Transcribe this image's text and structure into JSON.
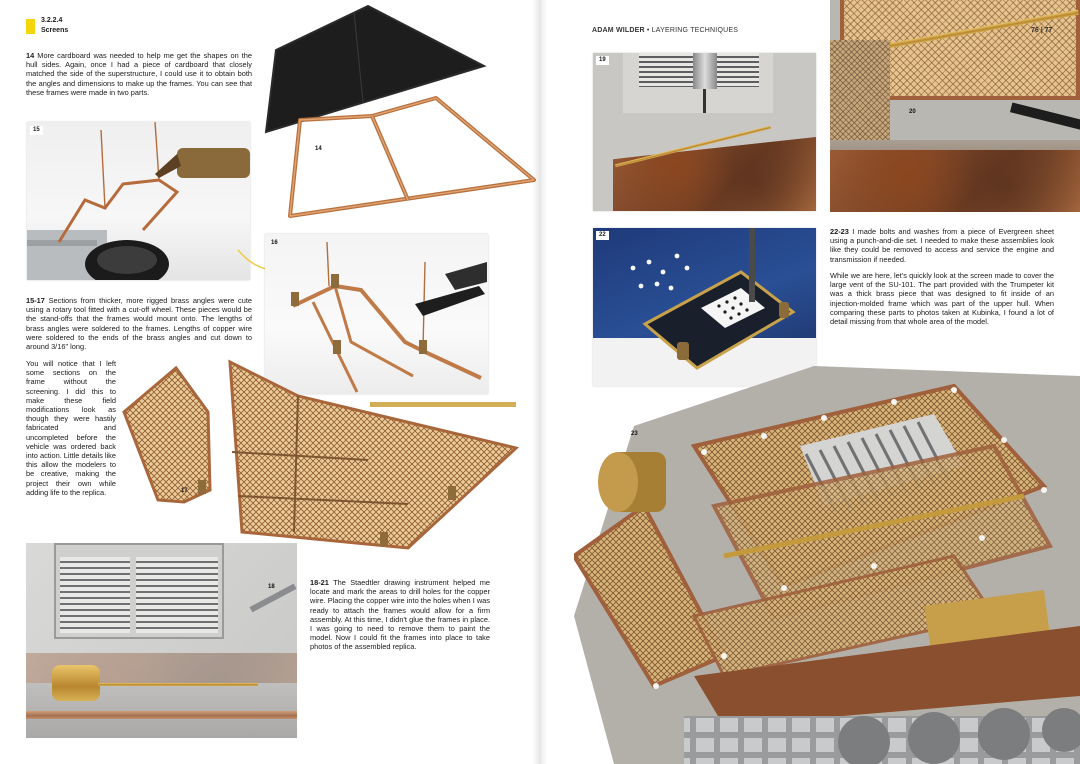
{
  "left_page": {
    "section_number": "3.2.2.4",
    "section_title": "Screens",
    "paragraphs": {
      "p14": {
        "num": "14",
        "text": " More cardboard was needed to help me get the shapes on the hull sides. Again, once I had a piece of cardboard that closely matched the side of the superstructure, I could use it to obtain both the angles and dimensions to make up the frames. You can see that these frames were made in two parts."
      },
      "p15": {
        "num": "15-17",
        "text": " Sections from thicker, more rigged brass angles were cute using a rotary tool fitted with a cut-off wheel. These pieces would be the stand-offs that the frames would mount onto. The lengths of brass angles were soldered to the frames. Lengths of copper wire were soldered to the ends of the brass angles and cut down to around 3/16\" long."
      },
      "p_note": {
        "text": "You will notice that I left some sections on the frame without the screening. I did this to make these field modifications look as though they were hastily fabricated and uncompleted before the vehicle was ordered back into action. Little details like this allow the modelers to be creative, making the project their own while adding life to the replica."
      },
      "p18": {
        "num": "18-21",
        "text": " The Staedtler drawing instrument helped me locate and mark the areas to drill holes for the copper wire. Placing the copper wire into the holes when I was ready to attach the frames would allow for a firm assembly. At this time, I didn't glue the frames in place. I was going to need to remove them to paint the model. Now I could fit the frames into place to take photos of the assembled replica."
      }
    },
    "photos": {
      "p14": "14",
      "p15": "15",
      "p16": "16",
      "p17": "17",
      "p18": "18"
    }
  },
  "right_page": {
    "running_head_author": "ADAM WILDER",
    "running_head_separator": " • ",
    "running_head_title": "LAYERING TECHNIQUES",
    "folio": "76 | 77",
    "paragraphs": {
      "p22": {
        "num": "22-23",
        "text": " I made bolts and washes from a piece of Evergreen sheet using a punch-and-die set. I needed to make these assemblies look like they could be removed to access and service the engine and transmission if needed."
      },
      "p_vent": {
        "text": "While we are here, let's quickly look at the screen made to cover the large vent of the SU-101. The part provided with the Trumpeter kit was a thick brass piece that was designed to fit inside of an injection-molded frame which was part of the upper hull. When comparing these parts to photos taken at Kubinka, I found a lot of detail missing from that whole area of the model."
      }
    },
    "photos": {
      "p19": "19",
      "p20": "20",
      "p22": "22",
      "p23": "23"
    }
  },
  "colors": {
    "section_marker": "#f5d60a",
    "text": "#1a1a1a"
  }
}
